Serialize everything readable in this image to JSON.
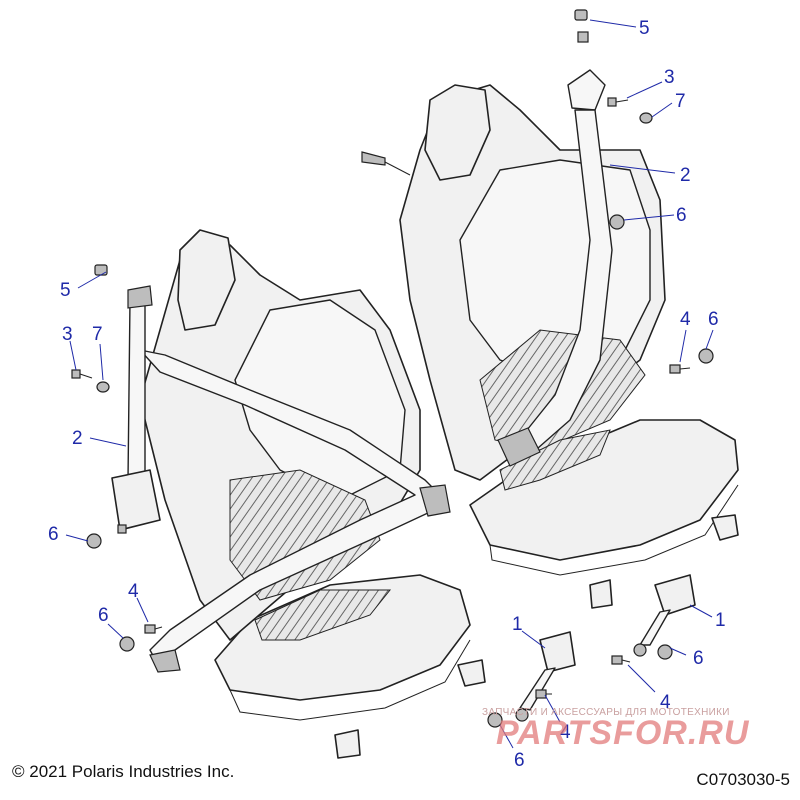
{
  "callouts": {
    "c1": "1",
    "c2": "1",
    "c3": "2",
    "c4": "2",
    "c5": "3",
    "c6": "3",
    "c7": "4",
    "c8": "4",
    "c9": "4",
    "c10": "4",
    "c11": "5",
    "c12": "5",
    "c13": "6",
    "c14": "6",
    "c15": "6",
    "c16": "6",
    "c17": "6",
    "c18": "6",
    "c19": "7",
    "c20": "7"
  },
  "footer": {
    "copyright": "© 2021 Polaris Industries Inc.",
    "figure_id": "C0703030-5"
  },
  "watermark": {
    "tagline": "ЗАПЧАСТИ И АКСЕССУАРЫ ДЛЯ МОТОТЕХНИКИ",
    "brand": "PARTSFOR.RU"
  },
  "colors": {
    "callout": "#1f2aa8",
    "watermark": "#e27b7b"
  }
}
